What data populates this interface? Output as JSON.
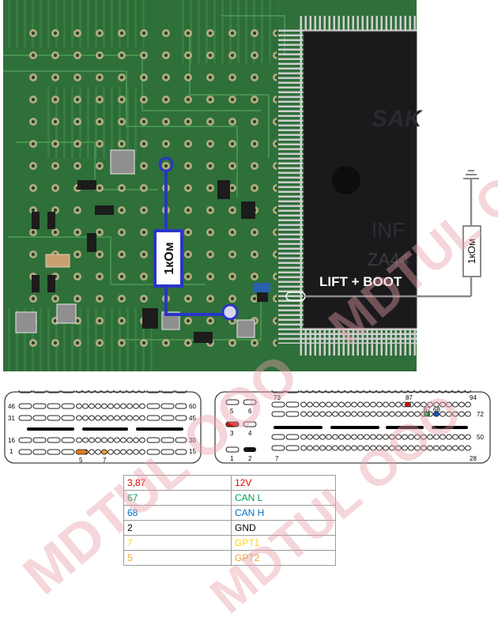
{
  "photo": {
    "resistor_left": "1кОм",
    "resistor_right": "1кОм",
    "connection_label": "LIFT + BOOT",
    "chip_marking": "ZA44",
    "chip_partial": [
      "SAK",
      "INF"
    ],
    "colors": {
      "pcb": "#2f6f3a",
      "wire_blue": "#2a35c8",
      "label": "#ffffff"
    }
  },
  "connectors": {
    "left": {
      "rows": [
        {
          "start": "46",
          "end": "60"
        },
        {
          "start": "31",
          "end": "45"
        },
        {
          "start": "16",
          "end": "30"
        },
        {
          "start": "1",
          "end": "15"
        }
      ],
      "marked": [
        {
          "pin": "5",
          "color": "#e07a20"
        },
        {
          "pin": "7",
          "color": "#e0a020"
        }
      ]
    },
    "right": {
      "row_labels": {
        "r1_start": "73",
        "r1_end": "94",
        "r2_end": "72",
        "r3_end": "50",
        "r4_start": "7",
        "r4_end": "28"
      },
      "small_pins": [
        "5",
        "6",
        "3",
        "4",
        "1",
        "2"
      ],
      "marked": [
        {
          "pin": "87",
          "color": "#d01010"
        },
        {
          "pin": "67",
          "color": "#1aa030"
        },
        {
          "pin": "68",
          "color": "#2050c0"
        },
        {
          "pin": "3",
          "color": "#d01010"
        },
        {
          "pin": "2",
          "color": "#111111"
        }
      ]
    }
  },
  "pin_table": [
    {
      "pin": "3,87",
      "signal": "12V",
      "color": "#e00000"
    },
    {
      "pin": "67",
      "signal": "CAN L",
      "color": "#00a050"
    },
    {
      "pin": "68",
      "signal": "CAN H",
      "color": "#0070c0"
    },
    {
      "pin": "2",
      "signal": "GND",
      "color": "#000000"
    },
    {
      "pin": "7",
      "signal": "GPT1",
      "color": "#ffd800"
    },
    {
      "pin": "5",
      "signal": "GPT2",
      "color": "#f0a030"
    }
  ],
  "watermark": "MDTUL OOO"
}
